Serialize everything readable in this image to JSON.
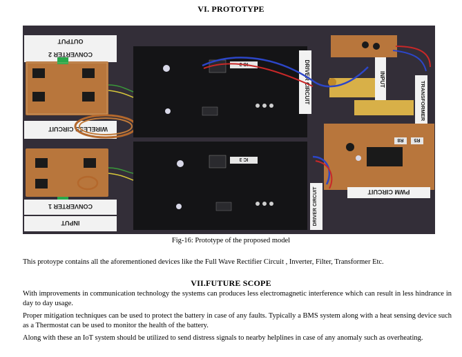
{
  "section6": {
    "heading": "VI.  PROTOTYPE"
  },
  "figure": {
    "caption": "Fig-16: Prototype of the proposed model",
    "labels": {
      "output": "OUTPUT",
      "converter2": "CONVERTER 2",
      "wireless": "WIRELESS CIRCUIT",
      "converter1": "CONVERTER 1",
      "input_bottom": "INPUT",
      "driver_top": "DRIVER CIRCUIT",
      "driver_bottom": "DRIVER CIRCUIT",
      "input_right": "INPUT",
      "transformer": "TRANSFORMER",
      "pwm": "PWM CIRCUIT",
      "ic_top": "IC 3",
      "ic_bottom": "IC 3",
      "r8": "R8",
      "r5": "R5"
    },
    "colors": {
      "background": "#3b3540",
      "pcb": "#b8763c",
      "black_board": "#141416",
      "label_bg": "#f2f2f2",
      "transformer": "#d8b048",
      "copper": "#b4682c",
      "wire_blue": "#2c46c8",
      "wire_red": "#c82828"
    }
  },
  "paragraph1": "This protoype contains all the aforementioned devices like the Full Wave Rectifier Circuit , Inverter, Filter, Transformer Etc.",
  "section7": {
    "heading": "VII.FUTURE SCOPE"
  },
  "paragraph2": "With improvements in communication technology the systems can produces less electromagnetic interference which can result in less hindrance in day to day usage.",
  "paragraph3": "Proper mitigation techniques can be used to protect the battery in case of any faults. Typically a BMS system along with a heat sensing device such as a Thermostat can be used to monitor the health of the battery.",
  "paragraph4": "Along with these an IoT system should be utilized to send distress signals to nearby helplines in case of any anomaly such as overheating."
}
